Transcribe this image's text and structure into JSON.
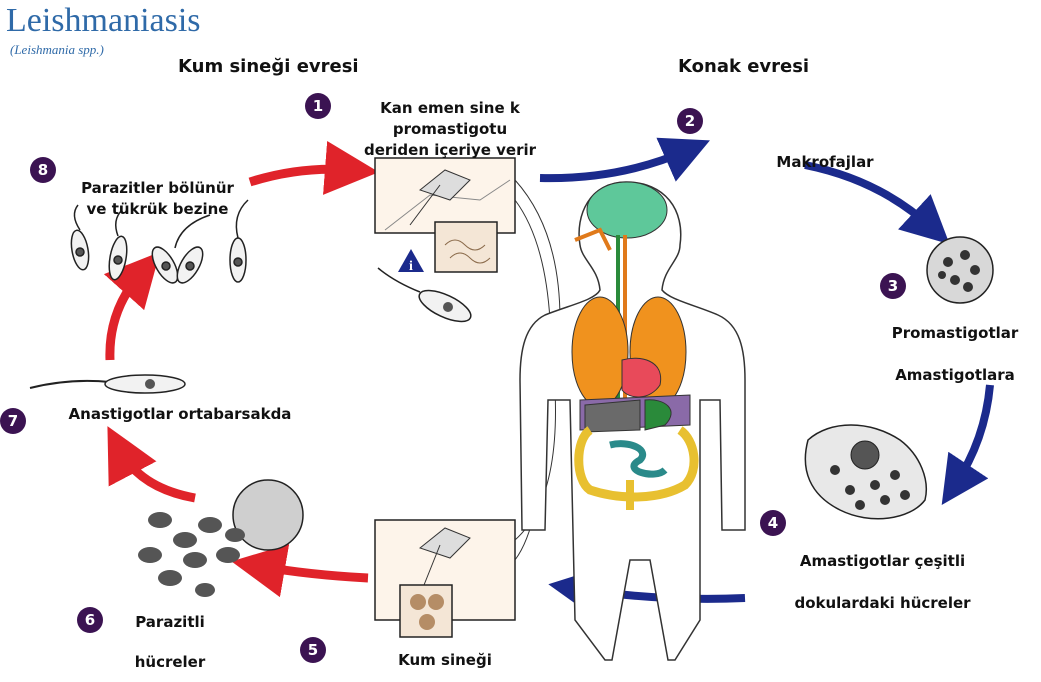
{
  "title": "Leishmaniasis",
  "subtitle": "(Leishmania spp.)",
  "sections": {
    "left": "Kum sineği evresi",
    "right": "Konak evresi"
  },
  "steps": [
    {
      "num": "1",
      "lines": [
        "Kan emen sine k",
        "promastigotu",
        "deriden içeriye verir"
      ]
    },
    {
      "num": "2",
      "lines": [
        "Makrofajlar"
      ]
    },
    {
      "num": "3",
      "lines": [
        "Promastigotlar",
        "Amastigotlara"
      ]
    },
    {
      "num": "4",
      "lines": [
        "Amastigotlar çeşitli",
        "dokulardaki hücreler"
      ]
    },
    {
      "num": "5",
      "lines": [
        "Kum sineği"
      ]
    },
    {
      "num": "6",
      "lines": [
        "Parazitli",
        "hücreler"
      ]
    },
    {
      "num": "7",
      "lines": [
        "Anastigotlar ortabarsakda"
      ]
    },
    {
      "num": "8",
      "lines": [
        "Parazitler bölünür",
        "ve tükrük bezine"
      ]
    }
  ],
  "info_icon": "info-triangle-icon",
  "colors": {
    "title": "#2f6aa8",
    "badge": "#3b1352",
    "red_arrow": "#e0232a",
    "blue_arrow": "#1b2a8c"
  }
}
